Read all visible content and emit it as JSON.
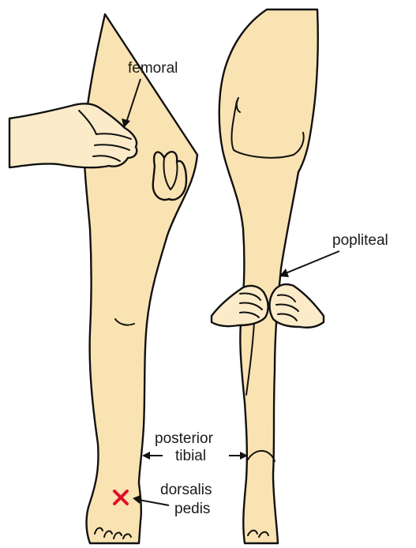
{
  "colors": {
    "skin": "#FAE3B2",
    "skin_light": "#FCEBC8",
    "outline": "#111111",
    "marker": "#E0102A",
    "background": "#FFFFFF"
  },
  "labels": {
    "femoral": "femoral",
    "popliteal": "popliteal",
    "posterior_line1": "posterior",
    "posterior_line2": "tibial",
    "dorsalis_line1": "dorsalis",
    "dorsalis_line2": "pedis"
  },
  "icons": {
    "marker": "x-mark-icon"
  }
}
